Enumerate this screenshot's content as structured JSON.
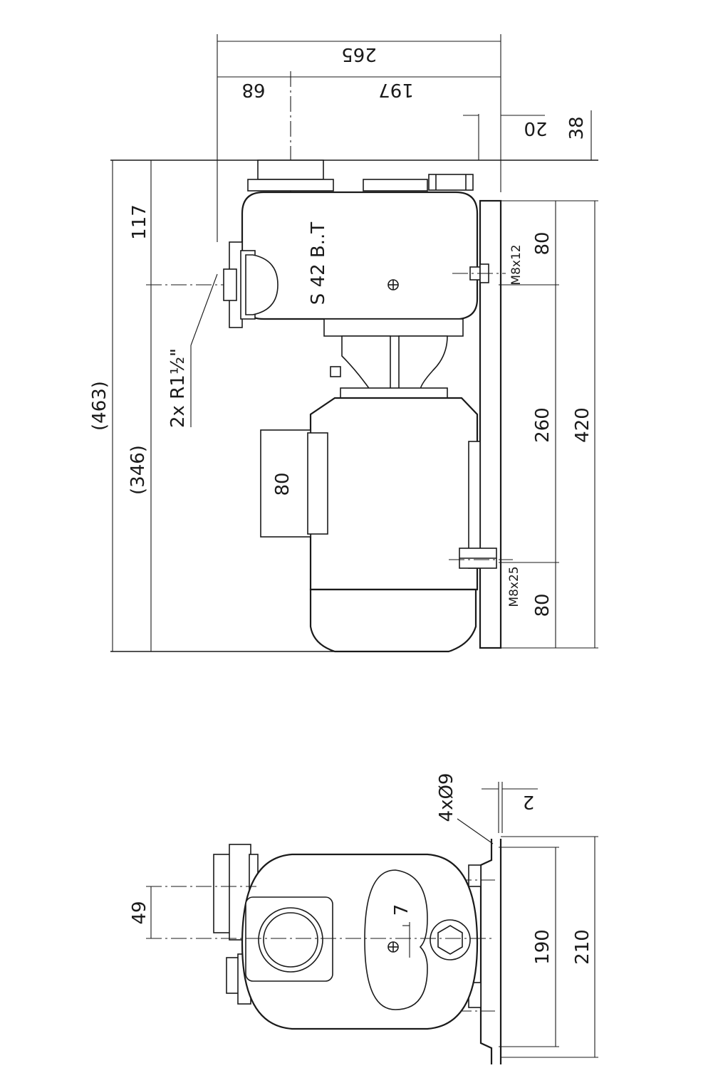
{
  "top_view": {
    "dims": {
      "total_width": "265",
      "left_offset": "68",
      "right_part": "197",
      "plate_offset": "20",
      "plate_top": "38",
      "overall_height": "(463)",
      "height_to_outlet": "(346)",
      "outlet_offset": "117",
      "base_top": "80",
      "base_mid": "260",
      "base_total": "420",
      "base_bottom": "80"
    },
    "labels": {
      "gear_model": "S  42  B..T",
      "ports": "2x  R1½\"",
      "bolt_top": "M8x12",
      "bolt_bottom": "M8x25",
      "terminal_box": "80"
    }
  },
  "side_view": {
    "dims": {
      "holes": "4xØ9",
      "flange_thk": "2",
      "port_spacing": "49",
      "shaft_offset": "7",
      "hole_spacing": "190",
      "base_width": "210"
    }
  }
}
